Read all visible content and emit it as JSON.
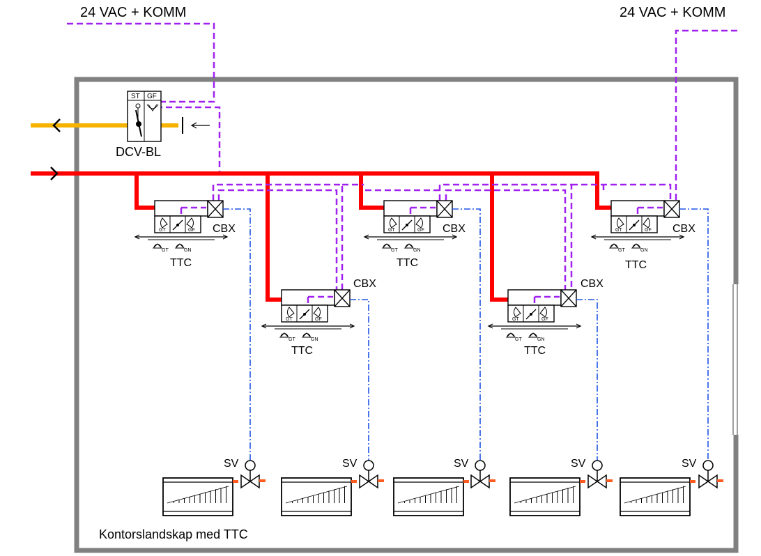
{
  "supply_label_left": "24 VAC + KOMM",
  "supply_label_right": "24 VAC + KOMM",
  "damper_label": "DCV-BL",
  "damper_st": "ST",
  "damper_gf": "GF",
  "room_label": "Kontorslandskap med TTC",
  "units": [
    {
      "ttc": "TTC",
      "cbx": "CBX",
      "gt": "GT",
      "gf": "GF",
      "gn": "GN"
    },
    {
      "ttc": "TTC",
      "cbx": "CBX",
      "gt": "GT",
      "gf": "GF",
      "gn": "GN"
    },
    {
      "ttc": "TTC",
      "cbx": "CBX",
      "gt": "GT",
      "gf": "GF",
      "gn": "GN"
    },
    {
      "ttc": "TTC",
      "cbx": "CBX",
      "gt": "GT",
      "gf": "GF",
      "gn": "GN"
    },
    {
      "ttc": "TTC",
      "cbx": "CBX",
      "gt": "GT",
      "gf": "GF",
      "gn": "GN"
    }
  ],
  "valves": [
    {
      "label": "SV"
    },
    {
      "label": "SV"
    },
    {
      "label": "SV"
    },
    {
      "label": "SV"
    },
    {
      "label": "SV"
    }
  ],
  "colors": {
    "supply_duct": "#ff0000",
    "exhaust_duct": "#f5b300",
    "comm_cable": "#a020f0",
    "control_signal": "#1f55e6",
    "wall": "#808080",
    "hot_water": "#ff5a1f"
  }
}
